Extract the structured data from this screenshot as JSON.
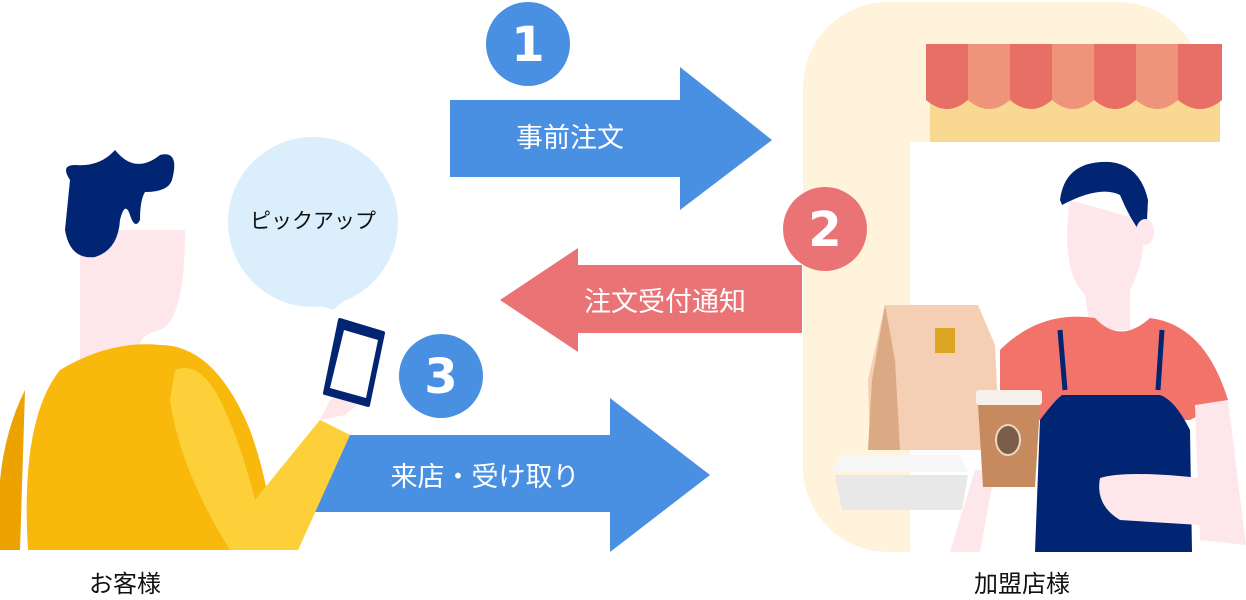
{
  "steps": [
    {
      "number": "1",
      "label": "事前注文",
      "color": "#4a90e2"
    },
    {
      "number": "2",
      "label": "注文受付通知",
      "color": "#ea7475"
    },
    {
      "number": "3",
      "label": "来店・受け取り",
      "color": "#4a90e2"
    }
  ],
  "customer": {
    "label": "お客様",
    "speech": "ピックアップ"
  },
  "store": {
    "label": "加盟店様"
  },
  "colors": {
    "blue": "#4a90e2",
    "red": "#ea7475",
    "navy": "#022573",
    "store_bg": "#fff3dc",
    "bubble": "#dbeefc"
  }
}
